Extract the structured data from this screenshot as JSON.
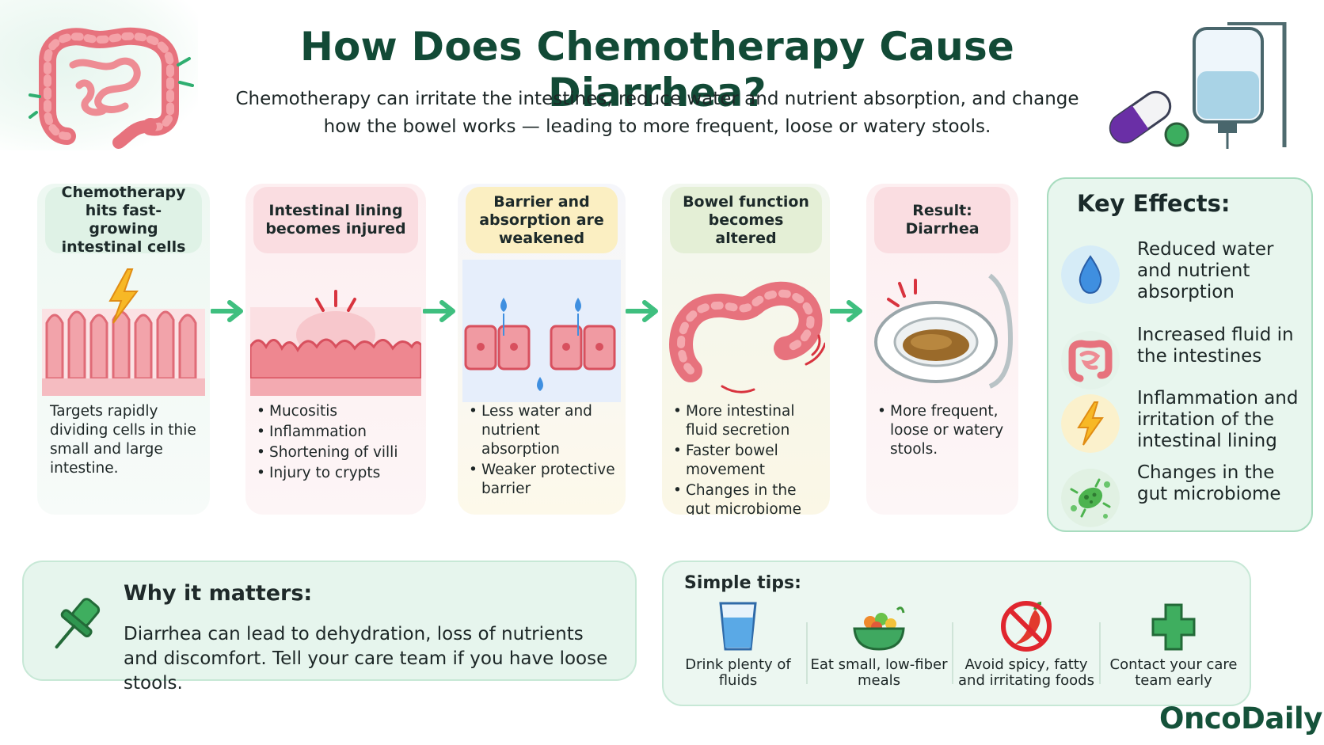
{
  "header": {
    "title": "How Does Chemotherapy Cause Diarrhea?",
    "subtitle": "Chemotherapy can irritate the intestines, reduce water and nutrient absorption, and change how the bowel works — leading to more frequent, loose or watery stools."
  },
  "steps": [
    {
      "title": "Chemotherapy hits fast-growing intestinal cells",
      "icon": "lightning-villi-icon",
      "description": "Targets rapidly dividing cells in thie small and large intestine."
    },
    {
      "title": "Intestinal lining becomes injured",
      "icon": "injured-lining-icon",
      "bullets": [
        "Mucositis",
        "Inflammation",
        "Shortening of villi",
        "Injury to crypts"
      ]
    },
    {
      "title": "Barrier and absorption are weakened",
      "icon": "leaky-barrier-icon",
      "bullets": [
        "Less water and nutrient absorption",
        "Weaker protective barrier"
      ]
    },
    {
      "title": "Bowel function becomes altered",
      "icon": "colon-icon",
      "bullets": [
        "More intestinal fluid secretion",
        "Faster bowel movement",
        "Changes in the gut microbiome"
      ]
    },
    {
      "title": "Result: Diarrhea",
      "icon": "toilet-icon",
      "bullets": [
        "More frequent, loose or watery stools."
      ]
    }
  ],
  "key_effects": {
    "title": "Key Effects:",
    "items": [
      {
        "icon": "water-drop-icon",
        "text": "Reduced water and nutrient absorption"
      },
      {
        "icon": "intestine-icon",
        "text": "Increased fluid in the intestines"
      },
      {
        "icon": "lightning-icon",
        "text": "Inflammation and irritation of the intestinal lining"
      },
      {
        "icon": "microbe-icon",
        "text": "Changes in the gut microbiome"
      }
    ]
  },
  "why": {
    "title": "Why it matters:",
    "text": "Diarrhea can lead to dehydration, loss of nutrients and discomfort. Tell your care team if you have loose stools."
  },
  "tips": {
    "title": "Simple tips:",
    "items": [
      {
        "icon": "water-glass-icon",
        "label": "Drink plenty of fluids"
      },
      {
        "icon": "food-bowl-icon",
        "label": "Eat small, low-fiber meals"
      },
      {
        "icon": "no-chili-icon",
        "label": "Avoid spicy, fatty and irritating foods"
      },
      {
        "icon": "medical-cross-icon",
        "label": "Contact your care team early"
      }
    ]
  },
  "brand": "OncoDaily",
  "colors": {
    "title": "#124a36",
    "accent_green": "#3fbf7f",
    "card_pink": "#fadde1",
    "card_yellow": "#fbefc2",
    "card_green": "#dff2e6"
  }
}
